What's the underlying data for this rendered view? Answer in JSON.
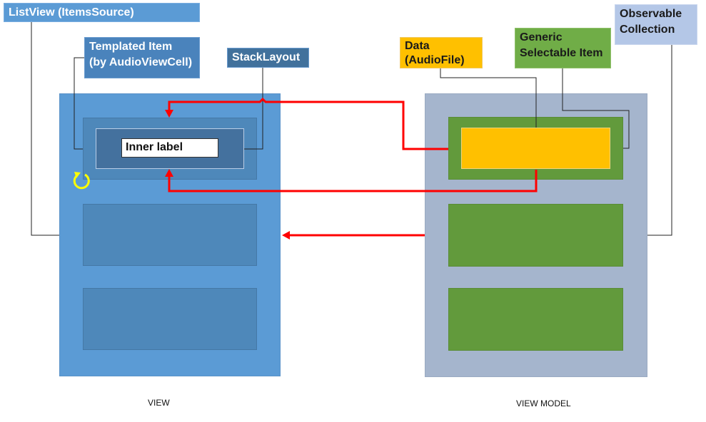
{
  "diagram": {
    "callouts": {
      "listview": "ListView (ItemsSource)",
      "templated_item_line1": "Templated Item",
      "templated_item_line2": "(by AudioViewCell)",
      "stacklayout": "StackLayout",
      "data_line1": "Data",
      "data_line2": "(AudioFile)",
      "generic_line1": "Generic",
      "generic_line2": "Selectable Item",
      "observable_line1": "Observable",
      "observable_line2": "Collection"
    },
    "inner_label": "Inner label",
    "captions": {
      "view": "VIEW",
      "view_model": "VIEW MODEL"
    },
    "view_items_count": 3,
    "view_model_items_count": 3,
    "colors": {
      "view_panel": "#5b9bd5",
      "view_model_panel": "#a5b5cd",
      "selectable_item": "#629a3c",
      "data": "#ffc000",
      "binding_arrow": "#ff0000",
      "refresh_icon": "#ffff00"
    }
  }
}
